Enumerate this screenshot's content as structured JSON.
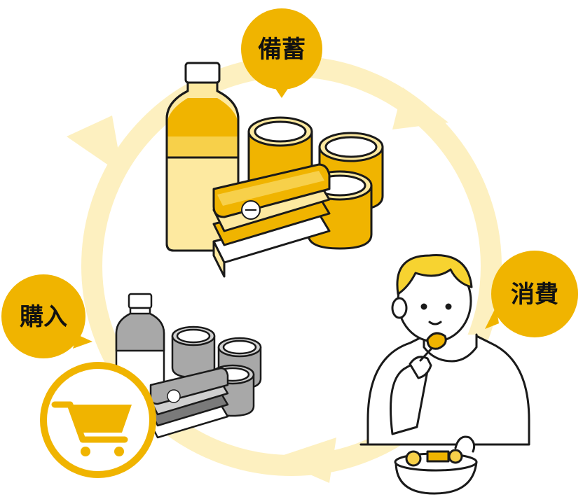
{
  "colors": {
    "accent": "#f0b400",
    "accent_light": "#f7d04a",
    "cycle_ring": "#fdf0c0",
    "outline": "#1a1a1a",
    "gray": "#a8a8a8",
    "gray_dark": "#7a7a7a",
    "skin": "#ffffff",
    "hair": "#f7d330"
  },
  "cycle": {
    "steps": [
      {
        "id": "stockpile",
        "label": "備蓄",
        "icon": "stockpile-goods-icon"
      },
      {
        "id": "consume",
        "label": "消費",
        "icon": "person-eating-icon"
      },
      {
        "id": "purchase",
        "label": "購入",
        "icon": "shopping-cart-icon"
      }
    ]
  }
}
